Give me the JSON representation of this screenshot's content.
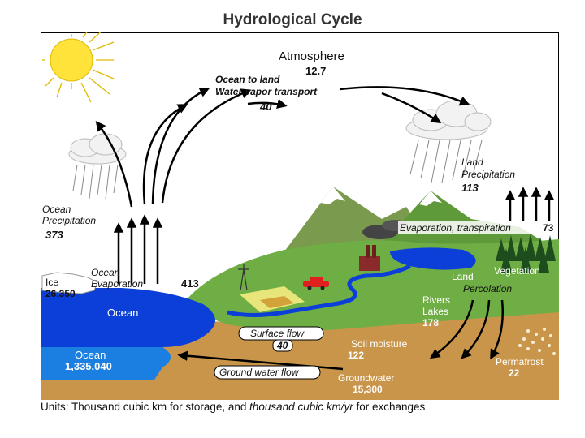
{
  "title": "Hydrological Cycle",
  "atmosphere": {
    "label": "Atmosphere",
    "value": "12.7"
  },
  "transport": {
    "line1": "Ocean to land",
    "line2": "Water vapor transport",
    "value": "40"
  },
  "land_precip": {
    "line1": "Land",
    "line2": "Precipitation",
    "value": "113"
  },
  "ocean_precip": {
    "line1": "Ocean",
    "line2": "Precipitation",
    "value": "373"
  },
  "ocean_evap": {
    "line1": "Ocean",
    "line2": "Evaporation",
    "value": "413"
  },
  "evapotrans": {
    "label": "Evaporation, transpiration",
    "value": "73"
  },
  "ice": {
    "label": "Ice",
    "value": "26,350"
  },
  "ocean_surface": {
    "label": "Ocean"
  },
  "ocean_deep": {
    "label": "Ocean",
    "value": "1,335,040"
  },
  "vegetation": {
    "label": "Vegetation"
  },
  "land": {
    "label": "Land"
  },
  "percolation": {
    "label": "Percolation"
  },
  "rivers": {
    "line1": "Rivers",
    "line2": "Lakes",
    "value": "178"
  },
  "surface_flow": {
    "label": "Surface flow",
    "value": "40"
  },
  "soil": {
    "label": "Soil moisture",
    "value": "122"
  },
  "groundwater_flow": {
    "label": "Ground water flow"
  },
  "groundwater": {
    "label": "Groundwater",
    "value": "15,300"
  },
  "permafrost": {
    "label": "Permafrost",
    "value": "22"
  },
  "units": {
    "pre": "Units: Thousand cubic km for storage, and ",
    "italic": "thousand cubic km/yr",
    "post": " for exchanges"
  },
  "colors": {
    "sky": "#ffffff",
    "ocean": "#0c3fd8",
    "deep_ocean": "#1a7fe0",
    "soil": "#c9954a",
    "grass": "#6fae45",
    "mountain": "#7a9a4e",
    "sun": "#ffe23a"
  }
}
